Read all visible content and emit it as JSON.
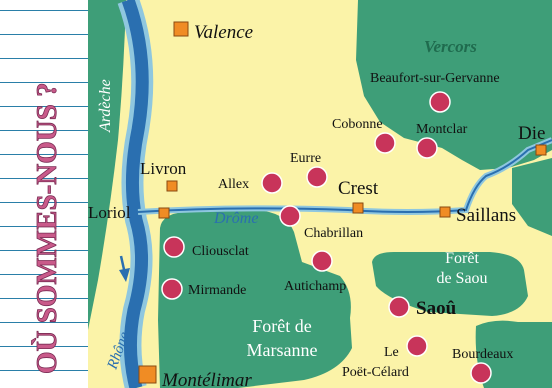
{
  "sidebar": {
    "title": "OÙ SOMMES-NOUS ?",
    "title_color": "#c95a8a"
  },
  "colors": {
    "land": "#fbf3a8",
    "forest": "#3e9e78",
    "river": "#2a6fb0",
    "river_light": "#8fc7df",
    "town_square": "#f08c24",
    "village_circle": "#c8345a",
    "label_forest": "#ffffff",
    "label_dark": "#111111",
    "label_green": "#1f6b4e"
  },
  "map": {
    "rivers": {
      "ardeche": "Ardèche",
      "rhone": "Rhône",
      "drome": "Drôme"
    },
    "regions": {
      "vercors": "Vercors",
      "saou_forest_l1": "Forêt",
      "saou_forest_l2": "de Saou",
      "marsanne_forest_l1": "Forêt de",
      "marsanne_forest_l2": "Marsanne"
    },
    "towns": {
      "valence": "Valence",
      "livron": "Livron",
      "loriol": "Loriol",
      "crest": "Crest",
      "saillans": "Saillans",
      "die": "Die",
      "montelimar": "Montélimar"
    },
    "villages": {
      "beaufort": "Beaufort-sur-Gervanne",
      "cobonne": "Cobonne",
      "montclar": "Montclar",
      "eurre": "Eurre",
      "allex": "Allex",
      "chabrillan": "Chabrillan",
      "cliousclat": "Cliousclat",
      "mirmande": "Mirmande",
      "autichamp": "Autichamp",
      "saou": "Saoû",
      "le_poet_celard_l1": "Le",
      "le_poet_celard_l2": "Poët-Célard",
      "bourdeaux": "Bourdeaux"
    }
  }
}
